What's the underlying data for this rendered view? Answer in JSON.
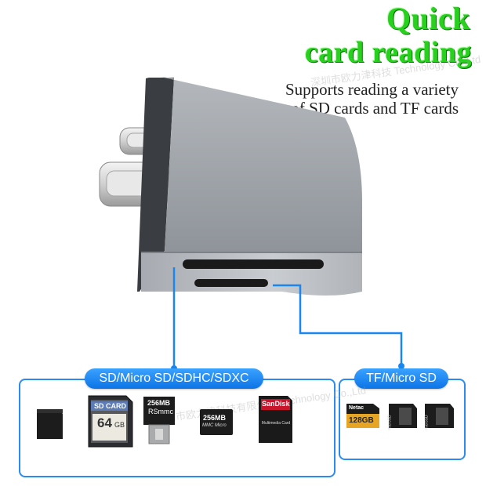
{
  "header": {
    "headline_line1": "Quick",
    "headline_line2": "card reading",
    "subtitle_line1": "Supports reading a variety",
    "subtitle_line2": "of SD cards and TF cards"
  },
  "labels": {
    "sd_label": "SD/Micro SD/SDHC/SDXC",
    "tf_label": "TF/Micro SD"
  },
  "cards": {
    "sd_card_label": "SD CARD",
    "sd_card_capacity": "64",
    "sd_card_unit": "GB",
    "rsmmc_capacity": "256MB",
    "rsmmc_label": "RSmmc",
    "mmc_capacity": "256MB",
    "mmc_label": "MMC Micro",
    "sandisk_brand": "SanDisk",
    "sandisk_label": "Multimedia Card",
    "tf1_brand": "Netac",
    "tf1_capacity": "128GB",
    "tf2_label": "microSD",
    "tf3_label": "microSD"
  },
  "colors": {
    "headline": "#27d11e",
    "pill": "#1a86f0",
    "frame": "#2a8bf0",
    "device": "#9ea3aa"
  }
}
